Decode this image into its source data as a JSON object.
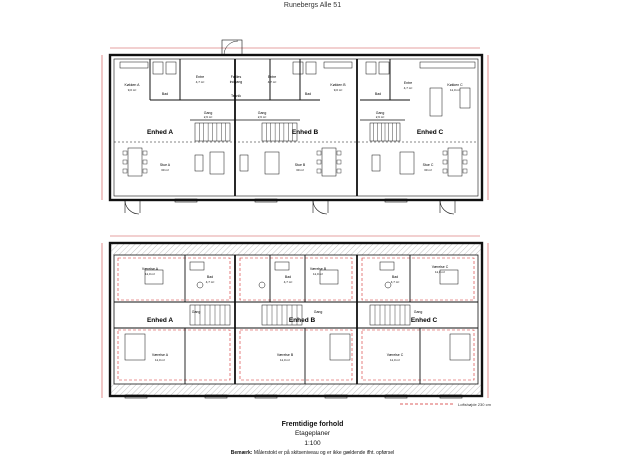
{
  "header": {
    "title": "Runebergs Alle 51"
  },
  "upper_plan": {
    "units": [
      "Enhed A",
      "Enhed B",
      "Enhed C"
    ],
    "rooms": {
      "fastened_indgang": [
        "Fælles",
        "indgang"
      ],
      "teknik": "Teknik",
      "bad": "Bad",
      "entre": "Entre",
      "entre_area": "4,7 m²",
      "trappe": "Trappe",
      "gang": "Gang",
      "gang_area": "2,6 m²",
      "stue_a": "Stue A",
      "stue_b": "Stue B",
      "stue_c": "Stue C",
      "stue_area": "30 m²",
      "kokken_a": "Køkken A",
      "kokken_b": "Køkken B",
      "kokken_c": "Køkken C",
      "kokken_area": "9,0 m²",
      "kokken_c_area": "11,0 m²"
    }
  },
  "lower_plan": {
    "units": [
      "Enhed A",
      "Enhed B",
      "Enhed C"
    ],
    "rooms": {
      "gang": "Gang",
      "vaerelse_a": "Værelse A",
      "vaerelse_b": "Værelse B",
      "vaerelse_c": "Værelse C",
      "vaerelse_area": "11,0 m²",
      "bad": "Bad",
      "bad_area": "4,7 m²"
    },
    "legend": "Loftshøjde 230 cm"
  },
  "caption": {
    "main": "Fremtidige forhold",
    "sub": "Etageplaner",
    "scale": "1:100",
    "note_label": "Bemærk:",
    "note_text": "Målerstokt er på skitseniveau og er ikke gældende ifht. opførsel"
  },
  "colors": {
    "line": "#222222",
    "wall": "#1a1a1a",
    "accent": "#d22b2b",
    "hatch": "#888888"
  }
}
